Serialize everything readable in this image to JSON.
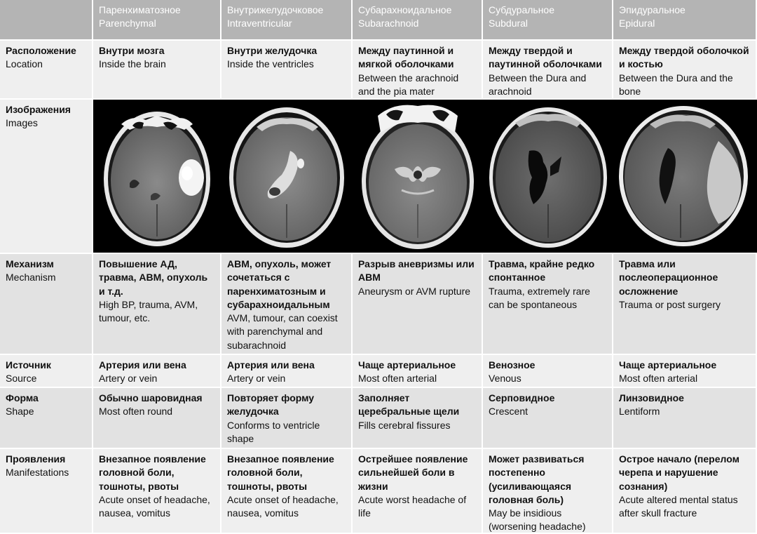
{
  "header": {
    "blank": "",
    "columns": [
      {
        "ru": "Паренхиматозное",
        "en": "Parenchymal"
      },
      {
        "ru": "Внутрижелудочковое",
        "en": "Intraventricular"
      },
      {
        "ru": "Субарахноидальное",
        "en": "Subarachnoid"
      },
      {
        "ru": "Субдуральное",
        "en": "Subdural"
      },
      {
        "ru": "Эпидуральное",
        "en": "Epidural"
      }
    ]
  },
  "rows": {
    "location": {
      "label": {
        "ru": "Расположение",
        "en": "Location"
      },
      "cells": [
        {
          "ru": "Внутри мозга",
          "en": "Inside the brain"
        },
        {
          "ru": "Внутри желудочка",
          "en": "Inside the ventricles"
        },
        {
          "ru": "Между паутинной и мягкой оболочками",
          "en": "Between the arachnoid and the pia mater"
        },
        {
          "ru": "Между твердой и паутинной оболочками",
          "en": "Between the Dura and arachnoid"
        },
        {
          "ru": "Между твердой оболочкой и костью",
          "en": "Between the Dura and the bone"
        }
      ]
    },
    "images": {
      "label": {
        "ru": "Изображения",
        "en": "Images"
      }
    },
    "mechanism": {
      "label": {
        "ru": "Механизм",
        "en": "Mechanism"
      },
      "cells": [
        {
          "ru": "Повышение АД, травма, АВМ, опухоль и т.д.",
          "en": "High BP, trauma, AVM, tumour, etc."
        },
        {
          "ru": "АВМ, опухоль, может сочетаться с паренхиматозным и субарахноидальным",
          "en": "AVM, tumour, can coexist with parenchymal and subarachnoid"
        },
        {
          "ru": "Разрыв аневризмы или АВМ",
          "en": "Aneurysm or AVM rupture"
        },
        {
          "ru": "Травма, крайне редко спонтанное",
          "en": "Trauma, extremely rare can be spontaneous"
        },
        {
          "ru": "Травма или послеоперационное осложнение",
          "en": "Trauma or post surgery"
        }
      ]
    },
    "source": {
      "label": {
        "ru": "Источник",
        "en": "Source"
      },
      "cells": [
        {
          "ru": "Артерия или вена",
          "en": "Artery or vein"
        },
        {
          "ru": "Артерия или вена",
          "en": "Artery or vein"
        },
        {
          "ru": "Чаще артериальное",
          "en": "Most often arterial"
        },
        {
          "ru": "Венозное",
          "en": "Venous"
        },
        {
          "ru": "Чаще артериальное",
          "en": "Most often arterial"
        }
      ]
    },
    "shape": {
      "label": {
        "ru": "Форма",
        "en": "Shape"
      },
      "cells": [
        {
          "ru": "Обычно шаровидная",
          "en": "Most often round"
        },
        {
          "ru": "Повторяет форму желудочка",
          "en": "Conforms to ventricle shape"
        },
        {
          "ru": "Заполняет церебральные щели",
          "en": "Fills cerebral fissures"
        },
        {
          "ru": "Серповидное",
          "en": "Crescent"
        },
        {
          "ru": "Линзовидное",
          "en": "Lentiform"
        }
      ]
    },
    "manifestations": {
      "label": {
        "ru": "Проявления",
        "en": "Manifestations"
      },
      "cells": [
        {
          "ru": "Внезапное появление головной боли, тошноты, рвоты",
          "en": "Acute onset of headache, nausea, vomitus"
        },
        {
          "ru": "Внезапное появление головной боли, тошноты, рвоты",
          "en": "Acute onset of headache, nausea, vomitus"
        },
        {
          "ru": "Острейшее появление сильнейшей боли в жизни",
          "en": "Acute worst headache of life"
        },
        {
          "ru": "Может развиваться постепенно (усиливающаяся головная боль)",
          "en": "May be insidious (worsening headache)"
        },
        {
          "ru": "Острое начало (перелом черепа и нарушение сознания)",
          "en": "Acute altered mental status after skull fracture"
        }
      ]
    }
  }
}
